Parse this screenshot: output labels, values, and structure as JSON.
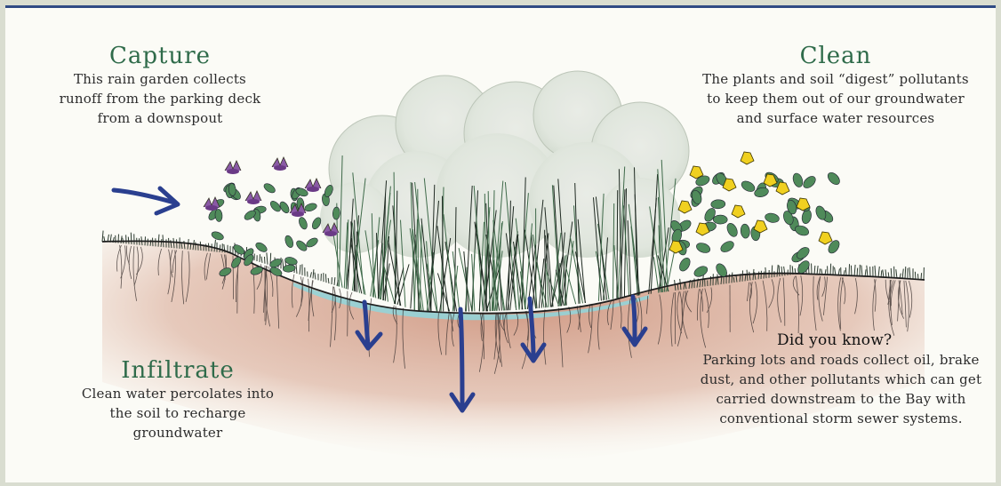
{
  "capture": {
    "heading": "Capture",
    "body": "This rain garden collects runoff from the parking deck from a downspout"
  },
  "clean": {
    "heading": "Clean",
    "body": "The plants and soil “digest” pollutants to keep them out of our groundwater and surface water resources"
  },
  "infiltrate": {
    "heading": "Infiltrate",
    "body": "Clean water percolates into the soil to recharge groundwater"
  },
  "did_you_know": {
    "heading": "Did you know?",
    "body": "Parking lots and roads collect oil, brake dust, and other pollutants which can get carried downstream to the Bay with conventional storm sewer systems."
  },
  "colors": {
    "heading": "#2f6b4a",
    "arrow": "#2a3f8f",
    "soil": "#c98a72",
    "water": "#8fd6dc",
    "foliage": "#4f8a5a",
    "purple_flower": "#8a5aa6",
    "yellow_flower": "#f0d020"
  }
}
